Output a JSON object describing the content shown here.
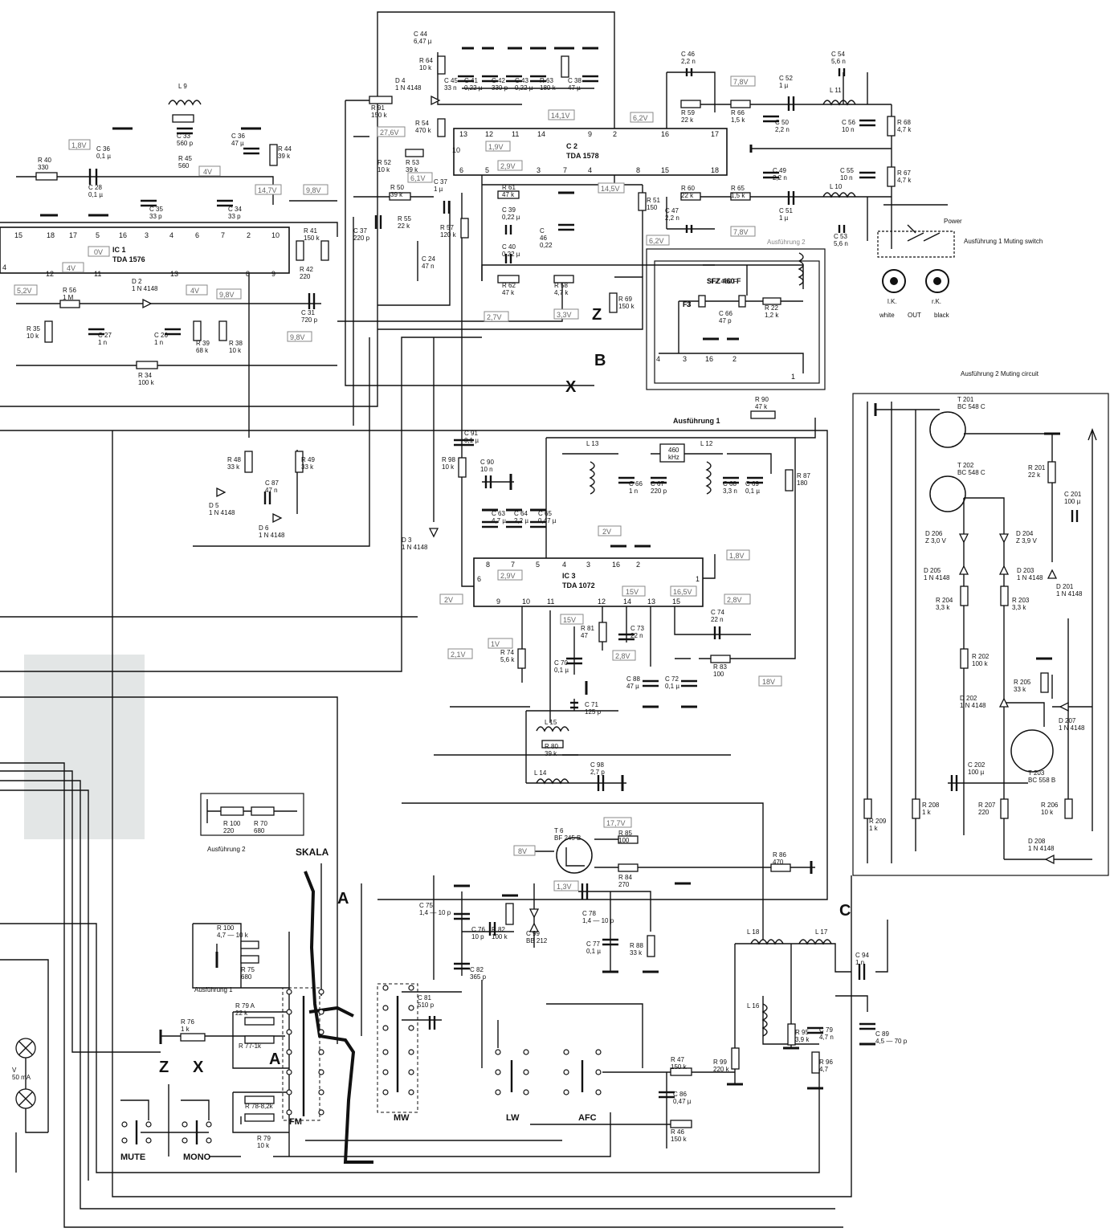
{
  "ics": {
    "ic1": {
      "ref": "IC 1",
      "type": "TDA 1576"
    },
    "ic2": {
      "ref": "C 2",
      "type": "TDA 1578"
    },
    "ic3": {
      "ref": "IC 3",
      "type": "TDA 1072"
    }
  },
  "voltages": {
    "v18": "1,8V",
    "v0": "0V",
    "v4": "4V",
    "v147": "14,7V",
    "v98": "9,8V",
    "v52": "5,2V",
    "v276": "27,6V",
    "v61": "6,1V",
    "v29": "2,9V",
    "v19": "1,9V",
    "v141": "14,1V",
    "v62": "6,2V",
    "v78": "7,8V",
    "v145": "14,5V",
    "v33": "3,3V",
    "v27": "2,7V",
    "v2": "2V",
    "v15": "15V",
    "v165": "16,5V",
    "v28": "2,8V",
    "v1": "1V",
    "v21": "2,1V",
    "v18b": "18V",
    "v177": "17,7V",
    "v13": "1,3V",
    "v8": "8V"
  },
  "components": {
    "c44": "C 44\n6,47 µ",
    "r64": "R 64\n10 k",
    "d4": "D 4\n1 N 4148",
    "r91": "R 91\n150 k",
    "r54": "R 54\n470 k",
    "c45": "C 45\n33 n",
    "c41": "C 41\n0,22 µ",
    "c42": "C 42\n330 p",
    "c43": "C 43\n0,22 µ",
    "r63": "R 63\n180 k",
    "c38": "C 38\n47 µ",
    "r52": "R 52\n10 k",
    "r53": "R 53\n39 k",
    "r50": "R 50\n39 k",
    "c37": "C 37\n1 µ",
    "c37b": "C 37\n220 p",
    "r55": "R 55\n22 k",
    "r57": "R 57\n120 k",
    "c24": "C 24\n47 n",
    "r61": "R 61\n47 k",
    "c39": "C 39\n0,22 µ",
    "c46b": "C\n46\n0,22",
    "c40": "C 40\n0,22 µ",
    "r62": "R 62\n47 k",
    "r58": "R 58\n4,7 k",
    "r51": "R 51\n150",
    "r69": "R 69\n150 k",
    "c46": "C 46\n2,2 n",
    "r59": "R 59\n22 k",
    "r66": "R 66\n1,5 k",
    "c52": "C 52\n1 µ",
    "c50": "C 50\n2,2 n",
    "c54": "C 54\n5,6 n",
    "l11": "L 11",
    "c56": "C 56\n10 n",
    "r68": "R 68\n4,7 k",
    "r67": "R 67\n4,7 k",
    "c49": "C 49\n2,2 n",
    "c55": "C 55\n10 n",
    "r60": "R 60\n22 k",
    "r65": "R 65\n1,5 k",
    "c51": "C 51\n1 µ",
    "l10": "L 10",
    "c47": "C 47\n2,2 n",
    "c53": "C 53\n5,6 n",
    "r40": "R 40\n330",
    "c36b": "C 36\n0,1 µ",
    "c28": "C 28\n0,1 µ",
    "l9": "L 9",
    "c33": "C 33\n560 p",
    "r45": "R 45\n560",
    "c35": "C 35\n33 p",
    "c34": "C 34\n33 p",
    "c36": "C 36\n47 µ",
    "r44": "R 44\n39 k",
    "r41": "R 41\n150 k",
    "r42": "R 42\n220",
    "c31": "C 31\n720 p",
    "r56": "R 56\n1 M",
    "d2": "D 2\n1 N 4148",
    "r35": "R 35\n10 k",
    "c27": "C 27\n1 n",
    "c26": "C 26\n1 n",
    "r39": "R 39\n68 k",
    "r38": "R 38\n10 k",
    "r34": "R 34\n100 k",
    "f3": "F3",
    "sfz": "SFZ 460 F",
    "c66b": "C 66\n47 p",
    "r22": "R 22\n1,2 k",
    "r90": "R 90\n47 k",
    "r48": "R 48\n33 k",
    "r49": "R 49\n33 k",
    "c87": "C 87\n47 n",
    "d5": "D 5\n1 N 4148",
    "d6": "D 6\n1 N 4148",
    "d3": "D 3\n1 N 4148",
    "c91": "C 91\n0,1 µ",
    "r98": "R 98\n10 k",
    "c90": "C 90\n10 n",
    "l13": "L 13",
    "c66": "C 66\n1 n",
    "c67": "C 67\n220 p",
    "q460": "460\nkHz",
    "l12": "L 12",
    "c68": "C 68\n3,3 n",
    "c69": "C 69\n0,1 µ",
    "r87": "R 87\n180",
    "c63": "C 63\n4,7 µ",
    "c64": "C 64\n2,2 µ",
    "c65": "C 65\n0,47 µ",
    "c74": "C 74\n22 n",
    "r81": "R 81\n47",
    "c73": "C 73\n22 n",
    "r74": "R 74\n5,6 k",
    "c70": "C 70\n0,1 µ",
    "c88": "C 88\n47 µ",
    "c72": "C 72\n0,1 µ",
    "r83": "R 83\n100",
    "c71": "C 71\n125 p",
    "l15": "L 15",
    "r80": "R 80\n39 k",
    "l14": "L 14",
    "c98": "C 98\n2,7 p",
    "t6": "T 6\nBF 245 B",
    "r85": "R 85\n100",
    "r84": "R 84\n270",
    "r86": "R 86\n470",
    "c75": "C 75\n1,4 — 10 p",
    "c76": "C 76\n10 p",
    "r82": "R 82\n100 k",
    "c99": "C 99\nBB 212",
    "c78": "C 78\n1,4 — 10 p",
    "c77": "C 77\n0,1 µ",
    "r88": "R 88\n33 k",
    "c82": "C 82\n365 p",
    "c81": "C 81\n510 p",
    "l18": "L 18",
    "l17": "L 17",
    "c94": "C 94\n1 n",
    "l16": "L 16",
    "r95": "R 95\n3,9 k",
    "c79": "C 79\n4,7 n",
    "r99": "R 99\n220 k",
    "r96": "R 96\n4,7",
    "c89": "C 89\n4,5 — 70 p",
    "r47": "R 47\n150 k",
    "c86": "C 86\n0,47 µ",
    "r46": "R 46\n150 k",
    "r100a": "R 100\n220",
    "r70a": "R 70\n680",
    "r100": "R 100\n4,7 — 10 k",
    "r75": "R 75\n680",
    "r76": "R 76\n1 k",
    "r79a": "R 79 A\n22 k",
    "r77": "R 77-1k",
    "r78": "R 78-8,2k",
    "r79": "R 79\n10 k",
    "t201": "T 201\nBC 548 C",
    "t202": "T 202\nBC 548 C",
    "r201": "R 201\n22 k",
    "c201": "C 201\n100 µ",
    "d206": "D 206\nZ 3,0 V",
    "d204": "D 204\nZ 3,9 V",
    "d205": "D 205\n1 N 4148",
    "d203": "D 203\n1 N 4148",
    "d201": "D 201\n1 N 4148",
    "r204": "R 204\n3,3 k",
    "r203": "R 203\n3,3 k",
    "r202": "R 202\n100 k",
    "r205": "R 205\n33 k",
    "d202": "D 202\n1 N 4148",
    "d207": "D 207\n1 N 4148",
    "c202": "C 202\n100 µ",
    "t203": "T 203\nBC 558 B",
    "r208": "R 208\n1 k",
    "r207": "R 207\n220",
    "r206": "R 206\n10 k",
    "r209": "R 209\n1 k",
    "d208": "D 208\n1 N 4148",
    "lamp": "V\n50 mA"
  },
  "labels": {
    "aus2": "Ausführung 2",
    "aus2mute": "Ausführung 2\nMuting circuit",
    "aus1": "Ausführung 1",
    "aus1mute": "Ausführung 1\nMuting switch",
    "aus2b": "Ausführung 2",
    "aus1b": "Ausführung 1",
    "power": "Power",
    "lk": "l.K.",
    "rk": "r.K.",
    "white": "white",
    "out": "OUT",
    "black": "black",
    "skala": "SKALA",
    "z": "Z",
    "b": "B",
    "x": "X",
    "a": "A",
    "c": "C",
    "mute": "MUTE",
    "mono": "MONO",
    "fm": "FM",
    "mw": "MW",
    "lw": "LW",
    "afc": "AFC"
  },
  "pins": {
    "ic1": [
      "15",
      "18",
      "17",
      "5",
      "16",
      "3",
      "4",
      "6",
      "7",
      "2",
      "10"
    ],
    "ic1b": [
      "4",
      "12",
      "11",
      "13",
      "8",
      "9"
    ],
    "ic2top": [
      "13",
      "12",
      "11",
      "14",
      "9",
      "2",
      "16",
      "17"
    ],
    "ic2bot": [
      "10",
      "6",
      "5",
      "3",
      "7",
      "4",
      "8",
      "15",
      "18"
    ],
    "ic3": [
      "8",
      "7",
      "5",
      "4",
      "3",
      "16",
      "2",
      "1",
      "6",
      "9",
      "10",
      "11",
      "12",
      "14",
      "13",
      "15"
    ],
    "f3box": [
      "4",
      "3",
      "16",
      "2",
      "1"
    ]
  }
}
